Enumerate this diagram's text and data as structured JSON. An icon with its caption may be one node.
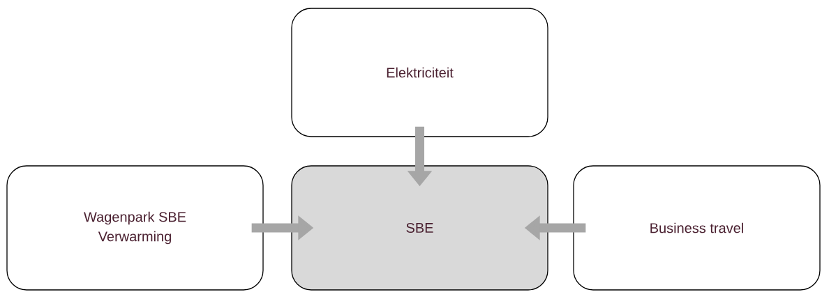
{
  "diagram": {
    "nodes": [
      {
        "text": [
          "Elektriciteit"
        ]
      },
      {
        "text": [
          "Wagenpark SBE",
          "Verwarming"
        ]
      },
      {
        "text": [
          "SBE"
        ]
      },
      {
        "text": [
          "Business travel"
        ]
      }
    ],
    "edges": [
      {
        "from": 0,
        "to": 2,
        "arrow": "to"
      },
      {
        "from": 1,
        "to": 2,
        "arrow": "to"
      },
      {
        "from": 3,
        "to": 2,
        "arrow": "to"
      }
    ]
  }
}
